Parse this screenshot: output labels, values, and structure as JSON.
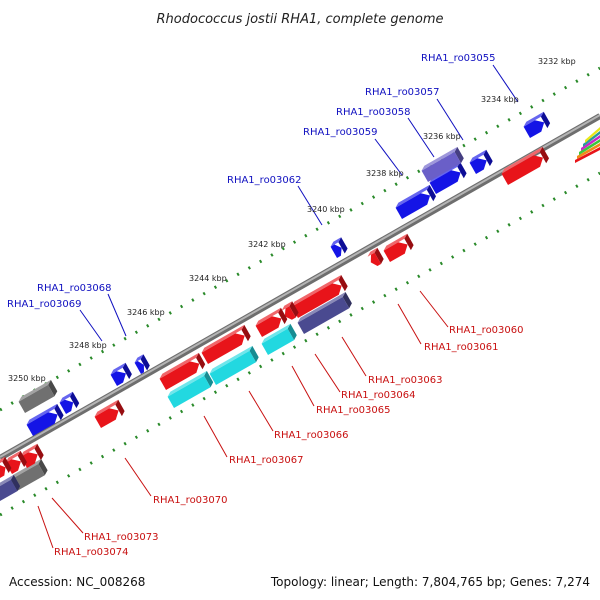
{
  "title": "Rhodococcus jostii RHA1, complete genome",
  "accession": "Accession: NC_008268",
  "topology": "Topology: linear; Length: 7,804,765 bp; Genes: 7,274",
  "colors": {
    "red": "#e8141a",
    "blue": "#1414e6",
    "purple": "#6a5fc8",
    "navy": "#4a4a90",
    "cyan": "#22d8e0",
    "gray": "#707070",
    "backbone": "#8a8a8a",
    "tick": "#2a8a2a",
    "label_blue": "#1010c0",
    "label_red": "#c81010"
  },
  "ticks": [
    "3232 kbp",
    "3234 kbp",
    "3236 kbp",
    "3238 kbp",
    "3240 kbp",
    "3242 kbp",
    "3244 kbp",
    "3246 kbp",
    "3248 kbp",
    "3250 kbp"
  ],
  "top_labels": [
    "RHA1_ro03055",
    "RHA1_ro03057",
    "RHA1_ro03058",
    "RHA1_ro03059",
    "RHA1_ro03062",
    "RHA1_ro03068",
    "RHA1_ro03069"
  ],
  "bottom_labels": [
    "RHA1_ro03060",
    "RHA1_ro03061",
    "RHA1_ro03063",
    "RHA1_ro03064",
    "RHA1_ro03065",
    "RHA1_ro03066",
    "RHA1_ro03067",
    "RHA1_ro03070",
    "RHA1_ro03073",
    "RHA1_ro03074"
  ]
}
